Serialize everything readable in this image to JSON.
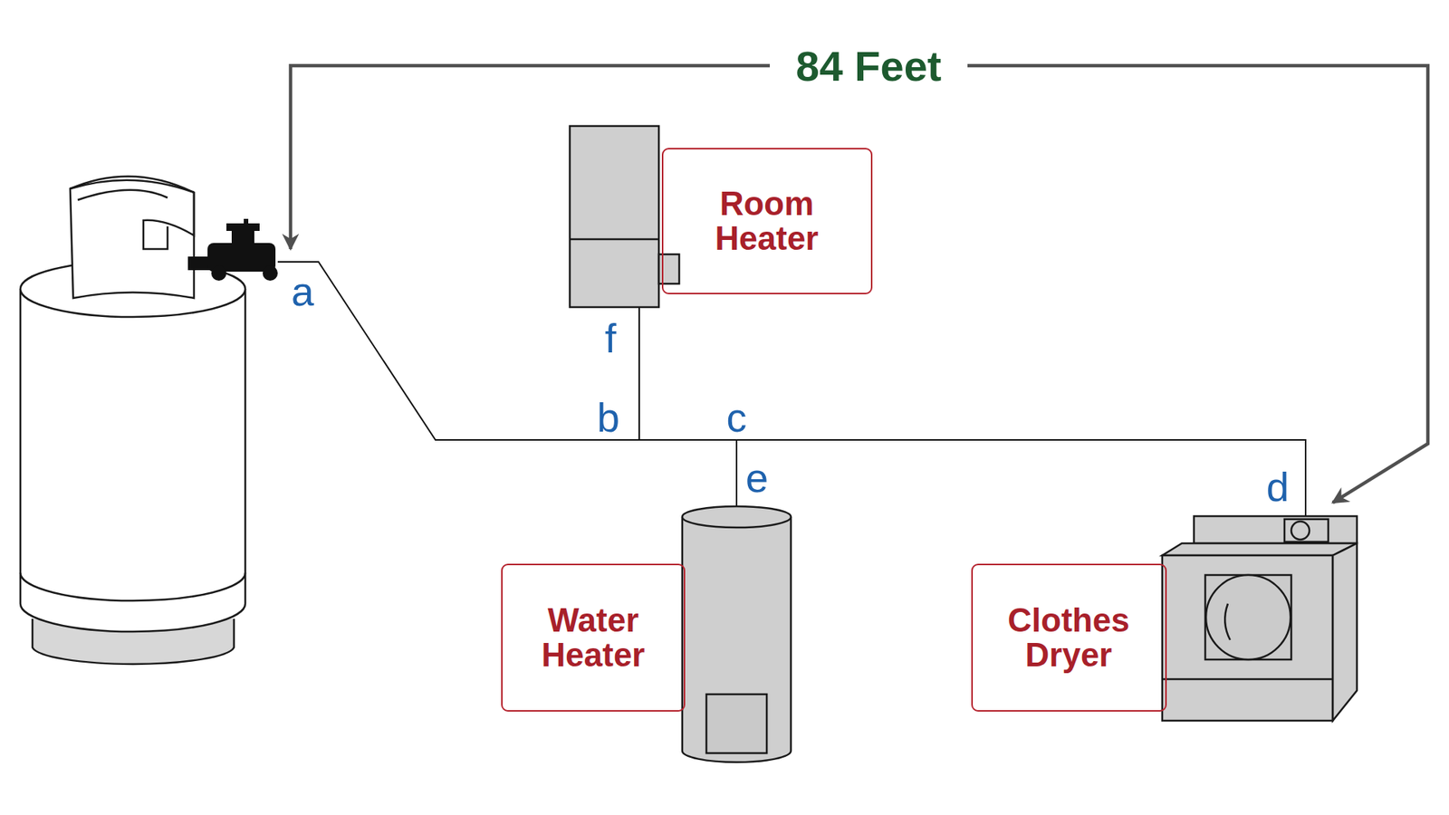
{
  "diagram": {
    "nodes": [
      {
        "text": [
          "Room Heater"
        ]
      },
      {
        "text": [
          "Water Heater"
        ]
      },
      {
        "text": [
          "Clothes Dryer"
        ]
      }
    ],
    "labels": [
      "84 Feet",
      "a",
      "b",
      "c",
      "d",
      "e",
      "f"
    ]
  }
}
